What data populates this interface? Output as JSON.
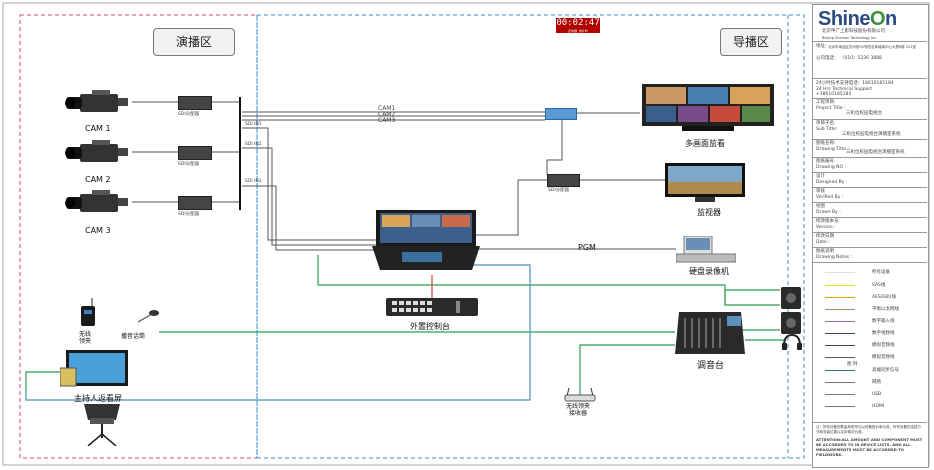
{
  "zones": {
    "left": "演播区",
    "right": "导播区"
  },
  "timer": {
    "time": "00:02:47",
    "sub": "定时器 倒计时"
  },
  "cameras": [
    {
      "label": "CAM  1"
    },
    {
      "label": "CAM  2"
    },
    {
      "label": "CAM  3"
    }
  ],
  "sdi_splitter_label": "SDI分配器",
  "sdi_inputs": [
    "SDI IN1",
    "SDI IN2",
    "SDI IN3"
  ],
  "cam_lines": [
    "CAM1",
    "CAM2",
    "CAM3"
  ],
  "pgm_label": "PGM",
  "devices": {
    "multiview": "多画面监看",
    "monitor": "监视器",
    "recorder": "硬盘录像机",
    "controller": "外置控制台",
    "mixer": "调音台",
    "wireless_mic": "无线\n领夹",
    "broadcast_mic": "播音话筒",
    "host_monitor": "主持人返看屏",
    "wireless_receiver": "无线领夹\n接收器"
  },
  "title_block": {
    "logo_main": "Shine",
    "logo_o": "O",
    "logo_n": "n",
    "company_cn": "北京申广上影科技股份有限公司",
    "company_en": "Beijing Shineon Technology Inc.",
    "address_label": "地址：",
    "address": "北京市海淀区苏州街55号院名商城南中心大厦6楼 101室",
    "phone_label": "公司电话：",
    "phone": "（010）5336 3888",
    "support_line1": "24小时技术支持电话：18610185184",
    "support_line2": "24 Hrs Technical Support",
    "support_line3": "+18610185184",
    "project_label": "工程项目:\nProject Title :",
    "project_value": "三机位校园电视台",
    "subtitle_label": "项目子名:\nSub Title:",
    "subtitle_value": "三机位校园电视台演播室系统",
    "drawing_label": "图纸名称:\nDrawing Title :",
    "drawing_value": "三机位校园电视台演播室系统",
    "drawing_no": "图纸编号\nDrawing NO :",
    "designed": "设计\nDesigned By :",
    "verified": "审核\nVerified By :",
    "drawn": "绘图\nDrawn By :",
    "version": "修改版本号\nVersion :",
    "date": "修改日期\nDate :",
    "drawing_notes": "图纸说明\nDrawing Notes :",
    "legend": [
      {
        "name": "所有设备",
        "color": "#ffffff"
      },
      {
        "name": "SAS线",
        "color": "#e6e600"
      },
      {
        "name": "AES/EBU线",
        "color": "#e4a400"
      },
      {
        "name": "平衡以太网线",
        "color": "#aa8866"
      },
      {
        "name": "数字输入线",
        "color": "#9966aa"
      },
      {
        "name": "数字视频线",
        "color": "#444444"
      },
      {
        "name": "模拟音频线",
        "color": "#444444"
      },
      {
        "name": "模拟音频线",
        "color": "#555555"
      },
      {
        "name": "高端同步信号",
        "color": "#336699"
      },
      {
        "name": "网络",
        "color": "#777777"
      },
      {
        "name": "USB",
        "color": "#777777"
      },
      {
        "name": "HDMI",
        "color": "#777777"
      }
    ],
    "legend_head": "图 例",
    "footer_cn": "注：所有设备的数量和型号均以设备报价单为准，所有设备的连接方式和安装位置以实际情况为准。",
    "footer_en": "ATTENTION:ALL AMOUNT AND COMPONENT MUST BE ACCORDED TO IN DEVICE LISTS. AND ALL MEASUREMENTS MUST BE ACCORDED TO FIELDWORK."
  },
  "colors": {
    "video_line": "#555555",
    "audio_line": "#2e9e4e",
    "hdmi_line": "#4a90b8",
    "control_line": "#c94040",
    "zone_left_border": "#d94c66",
    "zone_right_border": "#3a8fd6"
  }
}
